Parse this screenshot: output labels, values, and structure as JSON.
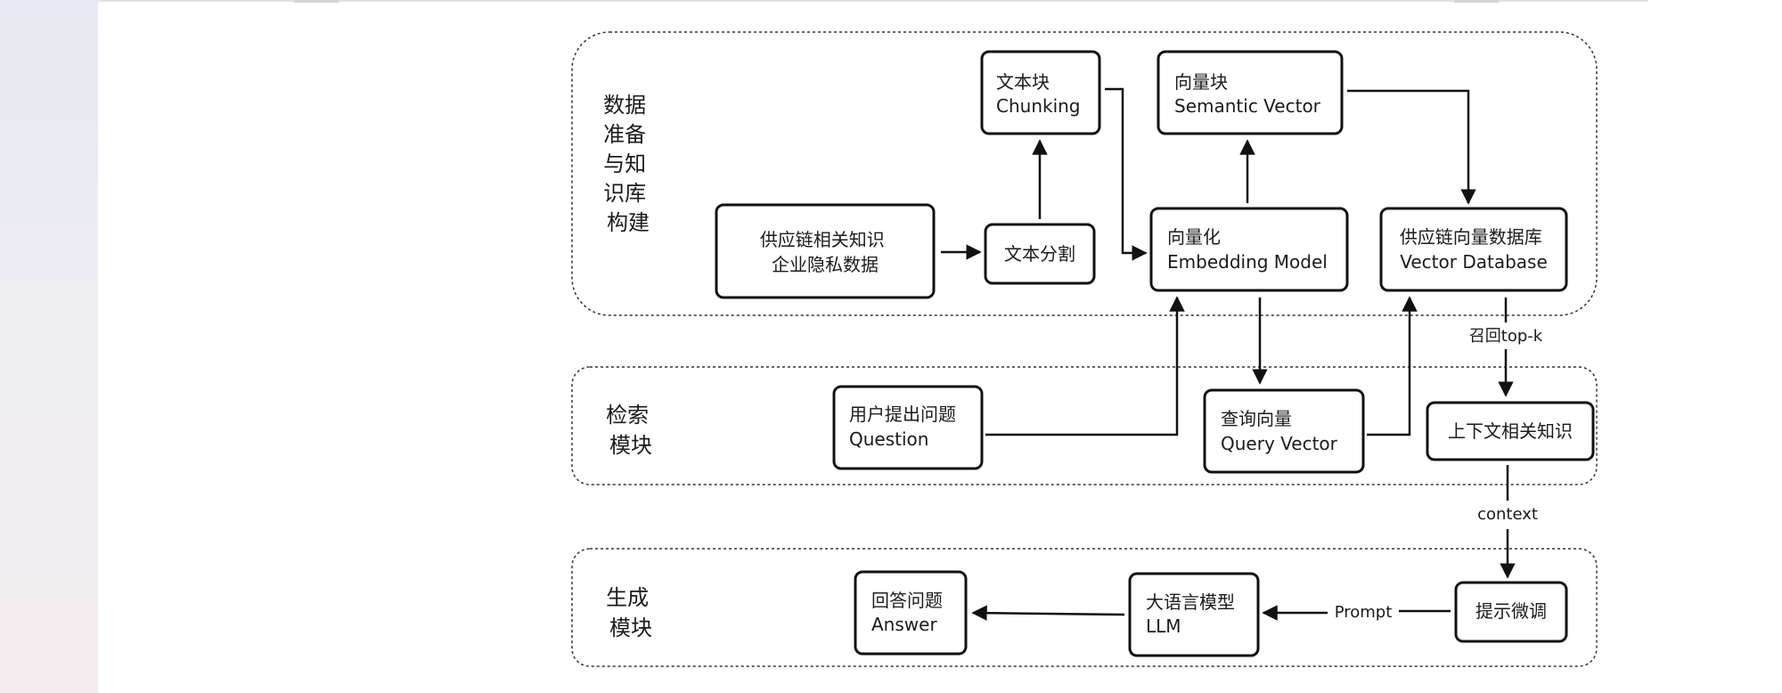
{
  "sections": [
    {
      "id": "data-prep",
      "label_lines": [
        "数据",
        "准备",
        "与知",
        "识库",
        "构建"
      ]
    },
    {
      "id": "retrieval",
      "label_lines": [
        "检索",
        "模块"
      ]
    },
    {
      "id": "generation",
      "label_lines": [
        "生成",
        "模块"
      ]
    }
  ],
  "nodes": {
    "supply_chain_data": {
      "lines": [
        "供应链相关知识",
        "企业隐私数据"
      ]
    },
    "text_split": {
      "lines": [
        "文本分割"
      ]
    },
    "chunking": {
      "lines": [
        "文本块",
        "Chunking"
      ]
    },
    "embedding_model": {
      "lines": [
        "向量化",
        "Embedding Model"
      ]
    },
    "semantic_vector": {
      "lines": [
        "向量块",
        "Semantic Vector"
      ]
    },
    "vector_database": {
      "lines": [
        "供应链向量数据库",
        "Vector Database"
      ]
    },
    "user_question": {
      "lines": [
        "用户提出问题",
        "Question"
      ]
    },
    "query_vector": {
      "lines": [
        "查询向量",
        "Query Vector"
      ]
    },
    "context_knowledge": {
      "lines": [
        "上下文相关知识"
      ]
    },
    "answer": {
      "lines": [
        "回答问题",
        "Answer"
      ]
    },
    "llm": {
      "lines": [
        "大语言模型",
        "LLM"
      ]
    },
    "prompt_tuning": {
      "lines": [
        "提示微调"
      ]
    }
  },
  "edges": {
    "recall_label": "召回top-k",
    "context_label": "context",
    "prompt_label": "Prompt"
  }
}
